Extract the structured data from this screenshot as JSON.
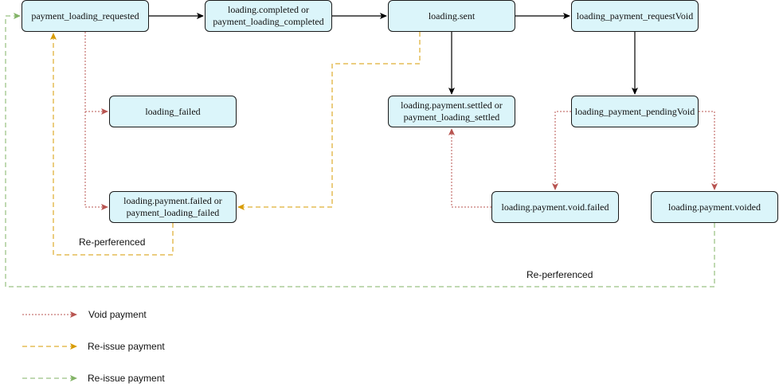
{
  "nodes": {
    "payment_loading_requested": "payment_loading_requested",
    "loading_completed": "loading.completed or\npayment_loading_completed",
    "loading_sent": "loading.sent",
    "request_void": "loading_payment_requestVoid",
    "loading_failed": "loading_failed",
    "payment_failed": "loading.payment.failed or\npayment_loading_failed",
    "payment_settled": "loading.payment.settled or\npayment_loading_settled",
    "pending_void": "loading_payment_pendingVoid",
    "void_failed": "loading.payment.void.failed",
    "voided": "loading.payment.voided"
  },
  "labels": {
    "reperferenced_left": "Re-perferenced",
    "reperferenced_bottom": "Re-perferenced"
  },
  "legend": [
    {
      "label": "Void payment",
      "color": "#b85450",
      "style": "dotted"
    },
    {
      "label": "Re-issue payment",
      "color": "#d79b00",
      "style": "dashed"
    },
    {
      "label": "Re-issue payment",
      "color": "#82b366",
      "style": "dashed"
    }
  ],
  "colors": {
    "node_fill": "#dbf5fa",
    "solid_edge": "#000000",
    "void_edge": "#b85450",
    "reissue_orange": "#d79b00",
    "reissue_green": "#82b366"
  }
}
